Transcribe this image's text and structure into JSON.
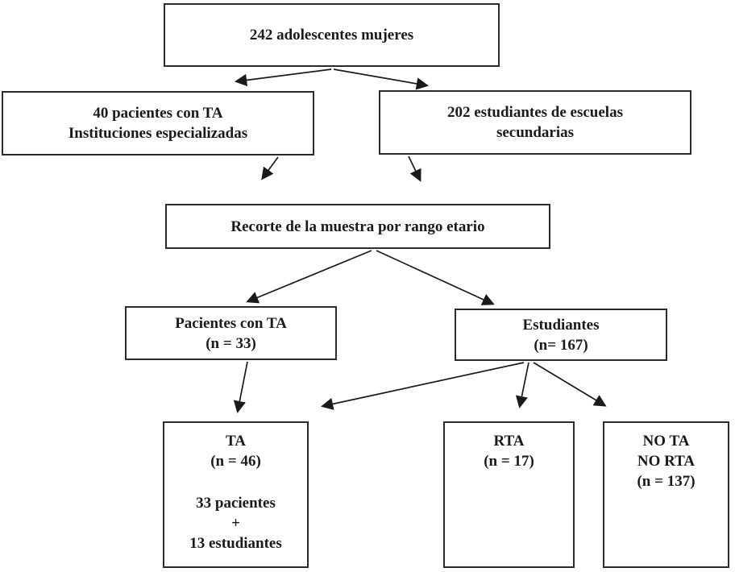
{
  "diagram": {
    "type": "flowchart",
    "language": "es",
    "background_color": "#ffffff",
    "line_color": "#1a1a1a",
    "border_color": "#2b2b2b",
    "boxes": {
      "total": {
        "lines": [
          "242 adolescentes mujeres"
        ]
      },
      "patients_source": {
        "lines": [
          "40 pacientes con TA",
          "Instituciones especializadas"
        ]
      },
      "students_source": {
        "lines": [
          "202 estudiantes de escuelas",
          "secundarias"
        ]
      },
      "age_cut": {
        "lines": [
          "Recorte de la muestra por rango etario"
        ]
      },
      "patients_ta": {
        "lines": [
          "Pacientes con TA",
          "(n = 33)"
        ]
      },
      "students": {
        "lines": [
          "Estudiantes",
          "(n= 167)"
        ]
      },
      "ta": {
        "lines": [
          "TA",
          "(n = 46)"
        ],
        "extra_lines": [
          "33 pacientes",
          "+",
          "13 estudiantes"
        ]
      },
      "rta": {
        "lines": [
          "RTA",
          "(n = 17)"
        ]
      },
      "no_ta_no_rta": {
        "lines": [
          "NO TA",
          "NO RTA",
          "(n = 137)"
        ]
      }
    },
    "edges": [
      {
        "from": "total",
        "to": "patients_source"
      },
      {
        "from": "total",
        "to": "students_source"
      },
      {
        "from": "patients_source",
        "to": "age_cut"
      },
      {
        "from": "students_source",
        "to": "age_cut"
      },
      {
        "from": "age_cut",
        "to": "patients_ta"
      },
      {
        "from": "age_cut",
        "to": "students"
      },
      {
        "from": "patients_ta",
        "to": "ta"
      },
      {
        "from": "students",
        "to": "ta"
      },
      {
        "from": "students",
        "to": "rta"
      },
      {
        "from": "students",
        "to": "no_ta_no_rta"
      }
    ]
  }
}
